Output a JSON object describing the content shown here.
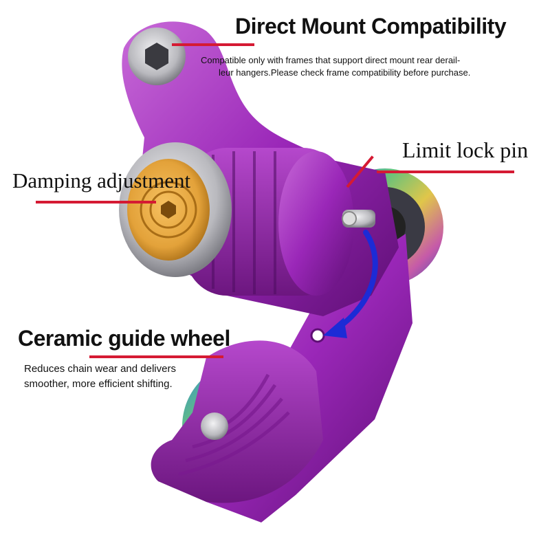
{
  "callouts": {
    "direct_mount": {
      "title": "Direct Mount Compatibility",
      "desc_line1": "Compatible only with frames that support direct mount rear derail-",
      "desc_line2": "leur hangers.Please check frame compatibility before purchase."
    },
    "limit_lock_pin": {
      "title": "Limit lock pin"
    },
    "damping": {
      "title": "Damping adjustment"
    },
    "ceramic_wheel": {
      "title": "Ceramic guide wheel",
      "desc_line1": "Reduces chain wear and delivers",
      "desc_line2": "smoother, more efficient shifting."
    }
  },
  "colors": {
    "body_purple": "#9a27b8",
    "body_dark": "#5e0f74",
    "body_light": "#c86ad8",
    "accent_red": "#d51a33",
    "arrow_blue": "#1c2bd6",
    "knob_gold": "#e3a23a",
    "silver": "#c9c9cc"
  }
}
